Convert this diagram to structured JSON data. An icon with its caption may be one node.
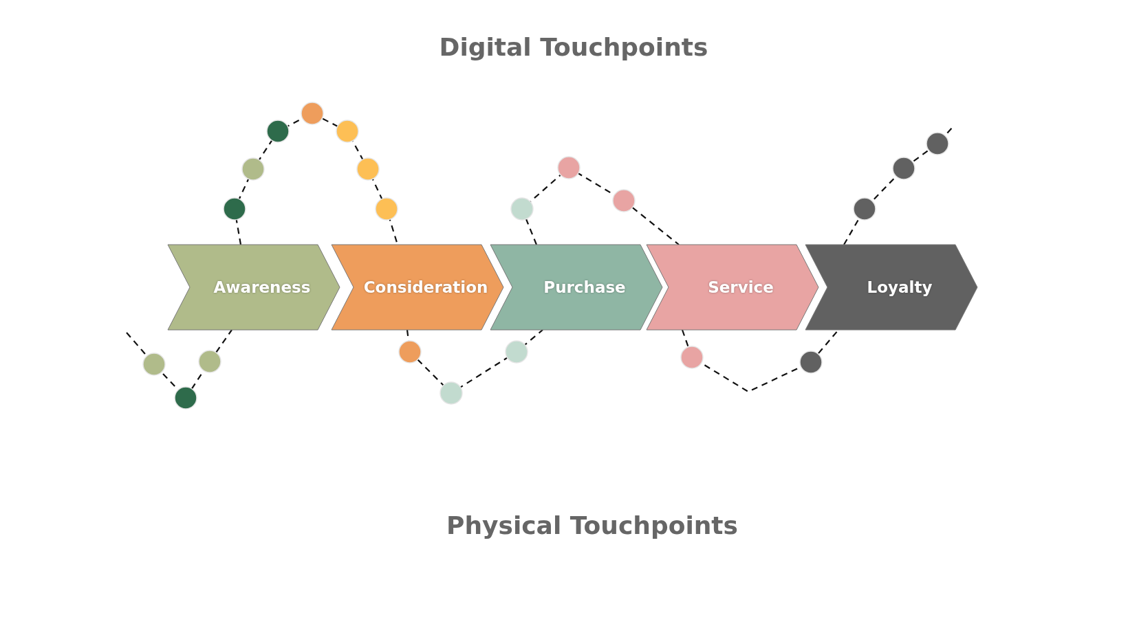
{
  "diagram": {
    "title": "Digital Touchpoints",
    "nodes": [
      {
        "text": [
          "Awareness"
        ]
      },
      {
        "text": [
          "Consideration"
        ]
      },
      {
        "text": [
          "Purchase"
        ]
      },
      {
        "text": [
          "Service"
        ]
      },
      {
        "text": [
          "Loyalty"
        ]
      }
    ],
    "edges": [
      {
        "from": null,
        "to": 0,
        "arrow": "none",
        "style": "dashed"
      },
      {
        "from": 0,
        "to": 1,
        "arrow": "none",
        "style": "dashed"
      },
      {
        "from": 1,
        "to": 2,
        "arrow": "none",
        "style": "dashed"
      },
      {
        "from": 2,
        "to": 3,
        "arrow": "none",
        "style": "dashed"
      },
      {
        "from": 3,
        "to": 4,
        "arrow": "none",
        "style": "dashed"
      },
      {
        "from": 4,
        "to": null,
        "arrow": "none",
        "style": "dashed"
      }
    ],
    "labels": [
      "Physical Touchpoints"
    ]
  }
}
